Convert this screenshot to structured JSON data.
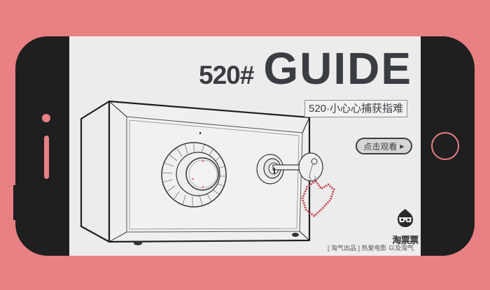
{
  "device": {
    "frame_color": "#1f1f1f",
    "background_color": "#e98084",
    "screen_color": "#ececec"
  },
  "banner": {
    "number": "520#",
    "title": "GUIDE",
    "subtitle": "520·小心心捕获指难",
    "cta_label": "点击观看",
    "cta_icon": "play-triangle-icon",
    "brand_name": "淘票票",
    "brand_icon": "taopiaopiao-mascot-glasses-icon",
    "tagline": "[ 淘气出品 ] 热爱电影 以及淘气",
    "accent_color": "#e0505a",
    "text_color": "#3a3d42"
  }
}
